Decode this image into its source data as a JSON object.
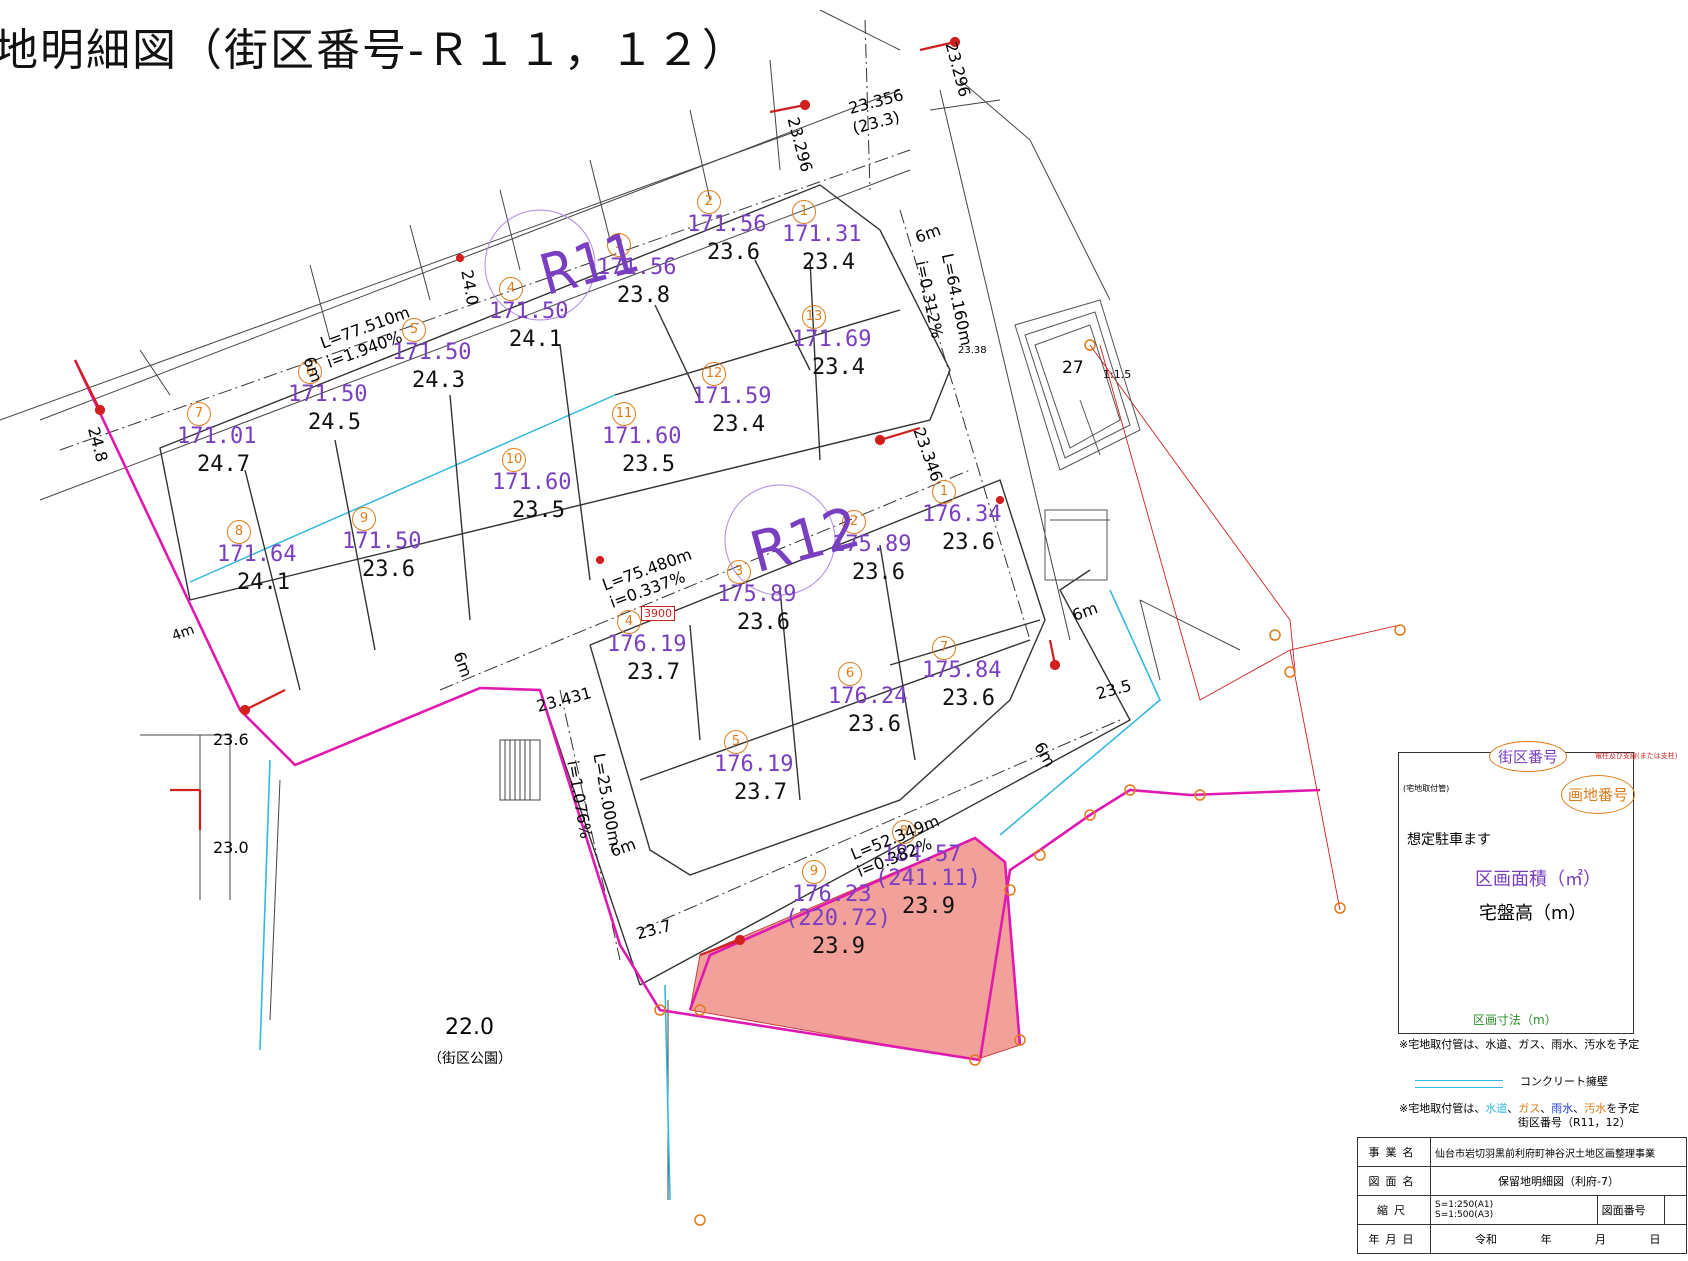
{
  "title": "地明細図（街区番号-Ｒ１１，１２）",
  "blocks": [
    {
      "id": "R11",
      "lots": [
        {
          "no": "1",
          "area": "171.31",
          "height": "23.4"
        },
        {
          "no": "2",
          "area": "171.56",
          "height": "23.6"
        },
        {
          "no": "3",
          "area": "171.56",
          "height": "23.8"
        },
        {
          "no": "4",
          "area": "171.50",
          "height": "24.1"
        },
        {
          "no": "5",
          "area": "171.50",
          "height": "24.3"
        },
        {
          "no": "6",
          "area": "171.50",
          "height": "24.5"
        },
        {
          "no": "7",
          "area": "171.01",
          "height": "24.7"
        },
        {
          "no": "8",
          "area": "171.64",
          "height": "24.1"
        },
        {
          "no": "9",
          "area": "171.50",
          "height": "23.6"
        },
        {
          "no": "10",
          "area": "171.60",
          "height": "23.5"
        },
        {
          "no": "11",
          "area": "171.60",
          "height": "23.5"
        },
        {
          "no": "12",
          "area": "171.59",
          "height": "23.4"
        },
        {
          "no": "13",
          "area": "171.69",
          "height": "23.4"
        }
      ]
    },
    {
      "id": "R12",
      "lots": [
        {
          "no": "1",
          "area": "176.34",
          "height": "23.6"
        },
        {
          "no": "2",
          "area": "175.89",
          "height": "23.6"
        },
        {
          "no": "3",
          "area": "175.89",
          "height": "23.6"
        },
        {
          "no": "4",
          "area": "176.19",
          "height": "23.7",
          "badge": "3900"
        },
        {
          "no": "5",
          "area": "176.19",
          "height": "23.7"
        },
        {
          "no": "6",
          "area": "176.24",
          "height": "23.6"
        },
        {
          "no": "7",
          "area": "175.84",
          "height": "23.6"
        },
        {
          "no": "8",
          "area": "184.57",
          "area2": "(241.11)",
          "height": "23.9"
        },
        {
          "no": "9",
          "area": "176.23",
          "area2": "(220.72)",
          "height": "23.9"
        }
      ]
    }
  ],
  "roads": {
    "road1_L": "L=77.510m",
    "road1_i": "i=1.940%",
    "road2_L": "L=75.480m",
    "road2_i": "i=0.337%",
    "road3_L": "L=64.160m",
    "road3_i": "i=0.312%",
    "road4_L": "L=25.000m",
    "road4_i": "i=1.076%",
    "road5_L": "L=52.349m",
    "road5_i": "i=0.382%",
    "w6": "6m",
    "w4": "4m"
  },
  "elevations": {
    "e1": "23.356",
    "e1b": "(23.3)",
    "e2": "23.296",
    "e3": "23.296",
    "e4": "24.0",
    "e5": "24.8",
    "e6": "23.346",
    "e7": "23.431",
    "e8": "23.5",
    "e9": "23.6",
    "e10": "23.0",
    "e11": "23.7",
    "e12": "23.38"
  },
  "park": {
    "height": "22.0",
    "label": "（街区公園）"
  },
  "stairs": {
    "number": "27",
    "ratio": "1:1.5"
  },
  "legend": {
    "block_tag": "街区番号",
    "lot_tag": "画地番号",
    "pole_note": "電柱及び支線(または支柱)",
    "connector": "(宅地取付管)",
    "parking": "想定駐車ます",
    "area": "区画面積（㎡）",
    "height": "宅盤高（m）",
    "dim": "区画寸法（m）",
    "note1": "※宅地取付管は、水道、ガス、雨水、汚水を予定",
    "wall": "コンクリート擁壁",
    "note2_prefix": "※宅地取付管は、",
    "note2_water": "水道",
    "note2_gas": "ガス",
    "note2_rain": "雨水",
    "note2_sewage": "汚水",
    "note2_suffix": "を予定",
    "block_ref": "街区番号（R11，12）"
  },
  "info": {
    "project_label": "事業名",
    "project": "仙台市岩切羽黒前利府町神谷沢土地区画整理事業",
    "drawing_label": "図面名",
    "drawing": "保留地明細図（利府-7）",
    "scale_label": "縮尺",
    "scale1": "S=1:250(A1)",
    "scale2": "S=1:500(A3)",
    "drawing_no_label": "図面番号",
    "date_label": "年月日",
    "era": "令和",
    "year": "年",
    "month": "月",
    "day": "日"
  },
  "colors": {
    "area": "#7a3fc0",
    "lot_no": "#e07b1a",
    "boundary": "#e01ab0",
    "wall": "#33b8e0",
    "reserved": "#f2a09a",
    "pole": "#d21f1f"
  }
}
